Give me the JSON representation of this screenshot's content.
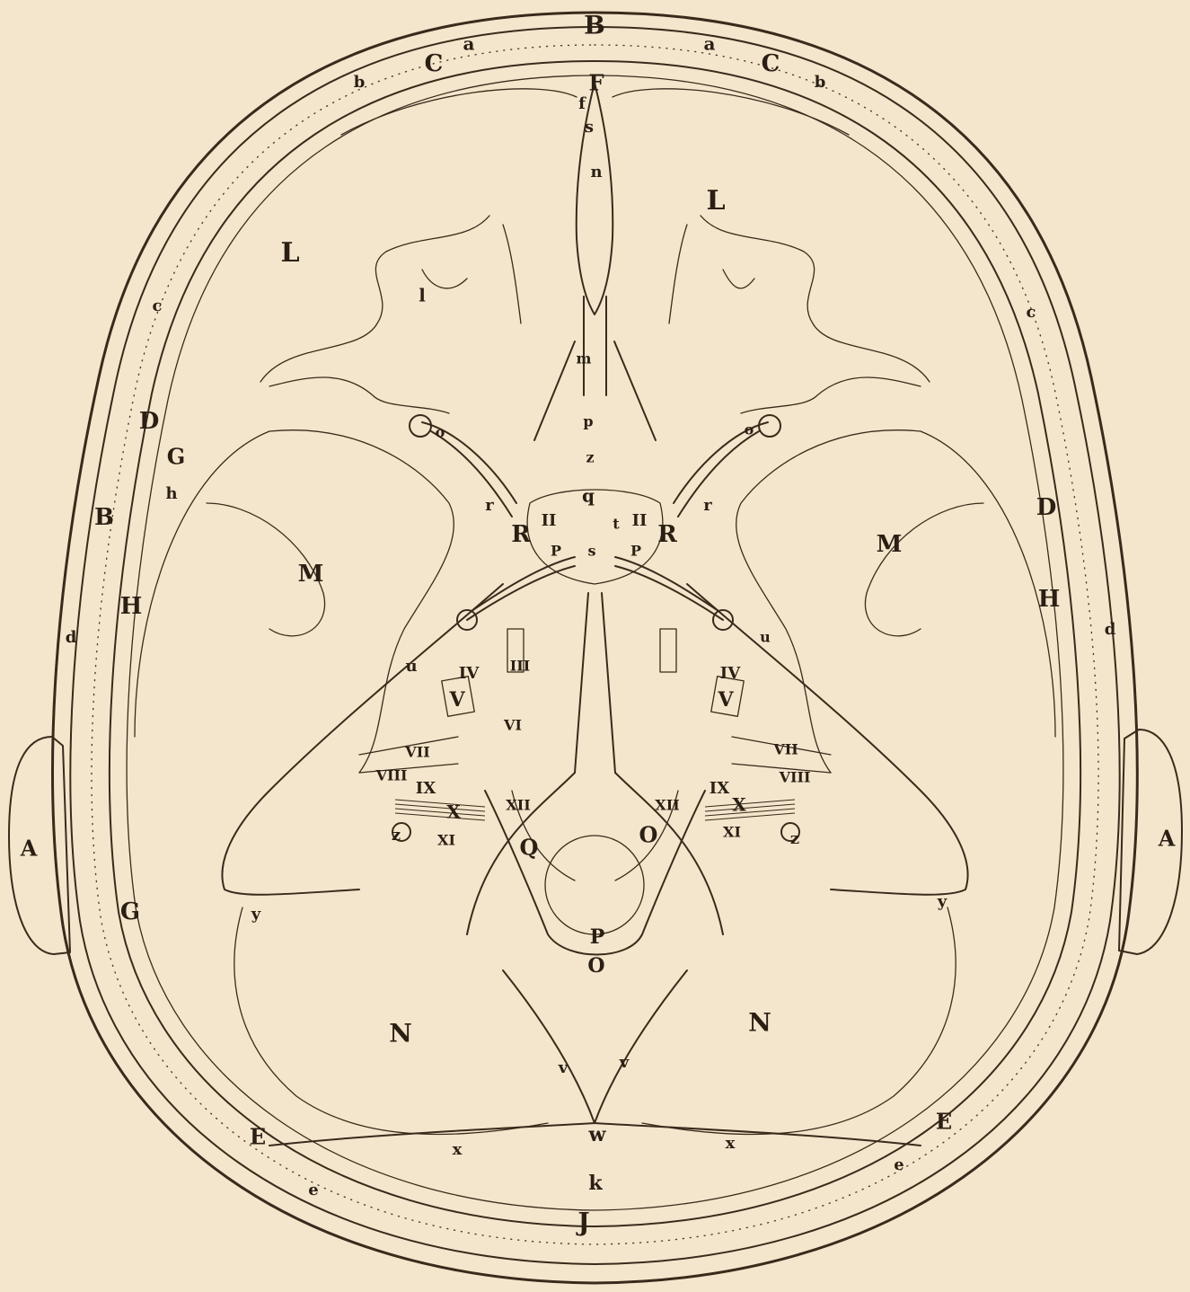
{
  "labels": [
    {
      "id": "B-top",
      "text": "B"
    },
    {
      "id": "a-left",
      "text": "a"
    },
    {
      "id": "a-right",
      "text": "a"
    },
    {
      "id": "C-left",
      "text": "C"
    },
    {
      "id": "C-right",
      "text": "C"
    },
    {
      "id": "F",
      "text": "F"
    },
    {
      "id": "b-left",
      "text": "b"
    },
    {
      "id": "b-right",
      "text": "b"
    },
    {
      "id": "f",
      "text": "f"
    },
    {
      "id": "s-top",
      "text": "s"
    },
    {
      "id": "n",
      "text": "n"
    },
    {
      "id": "L-left",
      "text": "L"
    },
    {
      "id": "L-right",
      "text": "L"
    },
    {
      "id": "l",
      "text": "l"
    },
    {
      "id": "m",
      "text": "m"
    },
    {
      "id": "c-left",
      "text": "c"
    },
    {
      "id": "c-right",
      "text": "c"
    },
    {
      "id": "D-left",
      "text": "D"
    },
    {
      "id": "G-left-upper",
      "text": "G"
    },
    {
      "id": "h",
      "text": "h"
    },
    {
      "id": "B-left",
      "text": "B"
    },
    {
      "id": "D-right",
      "text": "D"
    },
    {
      "id": "H-left",
      "text": "H"
    },
    {
      "id": "H-right",
      "text": "H"
    },
    {
      "id": "M-left",
      "text": "M"
    },
    {
      "id": "M-right",
      "text": "M"
    },
    {
      "id": "d-left",
      "text": "d"
    },
    {
      "id": "d-right",
      "text": "d"
    },
    {
      "id": "p",
      "text": "p"
    },
    {
      "id": "o-left",
      "text": "o"
    },
    {
      "id": "o-right",
      "text": "o"
    },
    {
      "id": "z-top",
      "text": "z"
    },
    {
      "id": "q",
      "text": "q"
    },
    {
      "id": "r-left",
      "text": "r"
    },
    {
      "id": "r-right",
      "text": "r"
    },
    {
      "id": "R-left",
      "text": "R"
    },
    {
      "id": "R-right",
      "text": "R"
    },
    {
      "id": "II-left",
      "text": "II"
    },
    {
      "id": "II-right",
      "text": "II"
    },
    {
      "id": "t",
      "text": "t"
    },
    {
      "id": "s-mid",
      "text": "s"
    },
    {
      "id": "P-left",
      "text": "P"
    },
    {
      "id": "P-right",
      "text": "P"
    },
    {
      "id": "u-left",
      "text": "u"
    },
    {
      "id": "u-right",
      "text": "u"
    },
    {
      "id": "IV-left",
      "text": "IV"
    },
    {
      "id": "IV-right",
      "text": "IV"
    },
    {
      "id": "III-left",
      "text": "III"
    },
    {
      "id": "V-left",
      "text": "V"
    },
    {
      "id": "V-right",
      "text": "V"
    },
    {
      "id": "VI-left",
      "text": "VI"
    },
    {
      "id": "VII-left",
      "text": "VII"
    },
    {
      "id": "VIII-left",
      "text": "VIII"
    },
    {
      "id": "VII-right",
      "text": "VII"
    },
    {
      "id": "VIII-right",
      "text": "VIII"
    },
    {
      "id": "IX-left",
      "text": "IX"
    },
    {
      "id": "IX-right",
      "text": "IX"
    },
    {
      "id": "X-left",
      "text": "X"
    },
    {
      "id": "X-right",
      "text": "X"
    },
    {
      "id": "XII-left",
      "text": "XII"
    },
    {
      "id": "XII-right",
      "text": "XII"
    },
    {
      "id": "XI-left",
      "text": "XI"
    },
    {
      "id": "XI-right",
      "text": "XI"
    },
    {
      "id": "Q-left",
      "text": "Q"
    },
    {
      "id": "O-mid",
      "text": "O"
    },
    {
      "id": "A-left",
      "text": "A"
    },
    {
      "id": "A-right",
      "text": "A"
    },
    {
      "id": "z-left",
      "text": "z"
    },
    {
      "id": "z-right",
      "text": "z"
    },
    {
      "id": "G-left-lower",
      "text": "G"
    },
    {
      "id": "y-left",
      "text": "y"
    },
    {
      "id": "y-right",
      "text": "y"
    },
    {
      "id": "P-bottom",
      "text": "P"
    },
    {
      "id": "O-bottom",
      "text": "O"
    },
    {
      "id": "N-left",
      "text": "N"
    },
    {
      "id": "N-right",
      "text": "N"
    },
    {
      "id": "v-left",
      "text": "v"
    },
    {
      "id": "v-right",
      "text": "v"
    },
    {
      "id": "E-left",
      "text": "E"
    },
    {
      "id": "E-right",
      "text": "E"
    },
    {
      "id": "x-left",
      "text": "x"
    },
    {
      "id": "x-right",
      "text": "x"
    },
    {
      "id": "w",
      "text": "w"
    },
    {
      "id": "e-left",
      "text": "e"
    },
    {
      "id": "e-right",
      "text": "e"
    },
    {
      "id": "k",
      "text": "k"
    },
    {
      "id": "J",
      "text": "J"
    }
  ]
}
